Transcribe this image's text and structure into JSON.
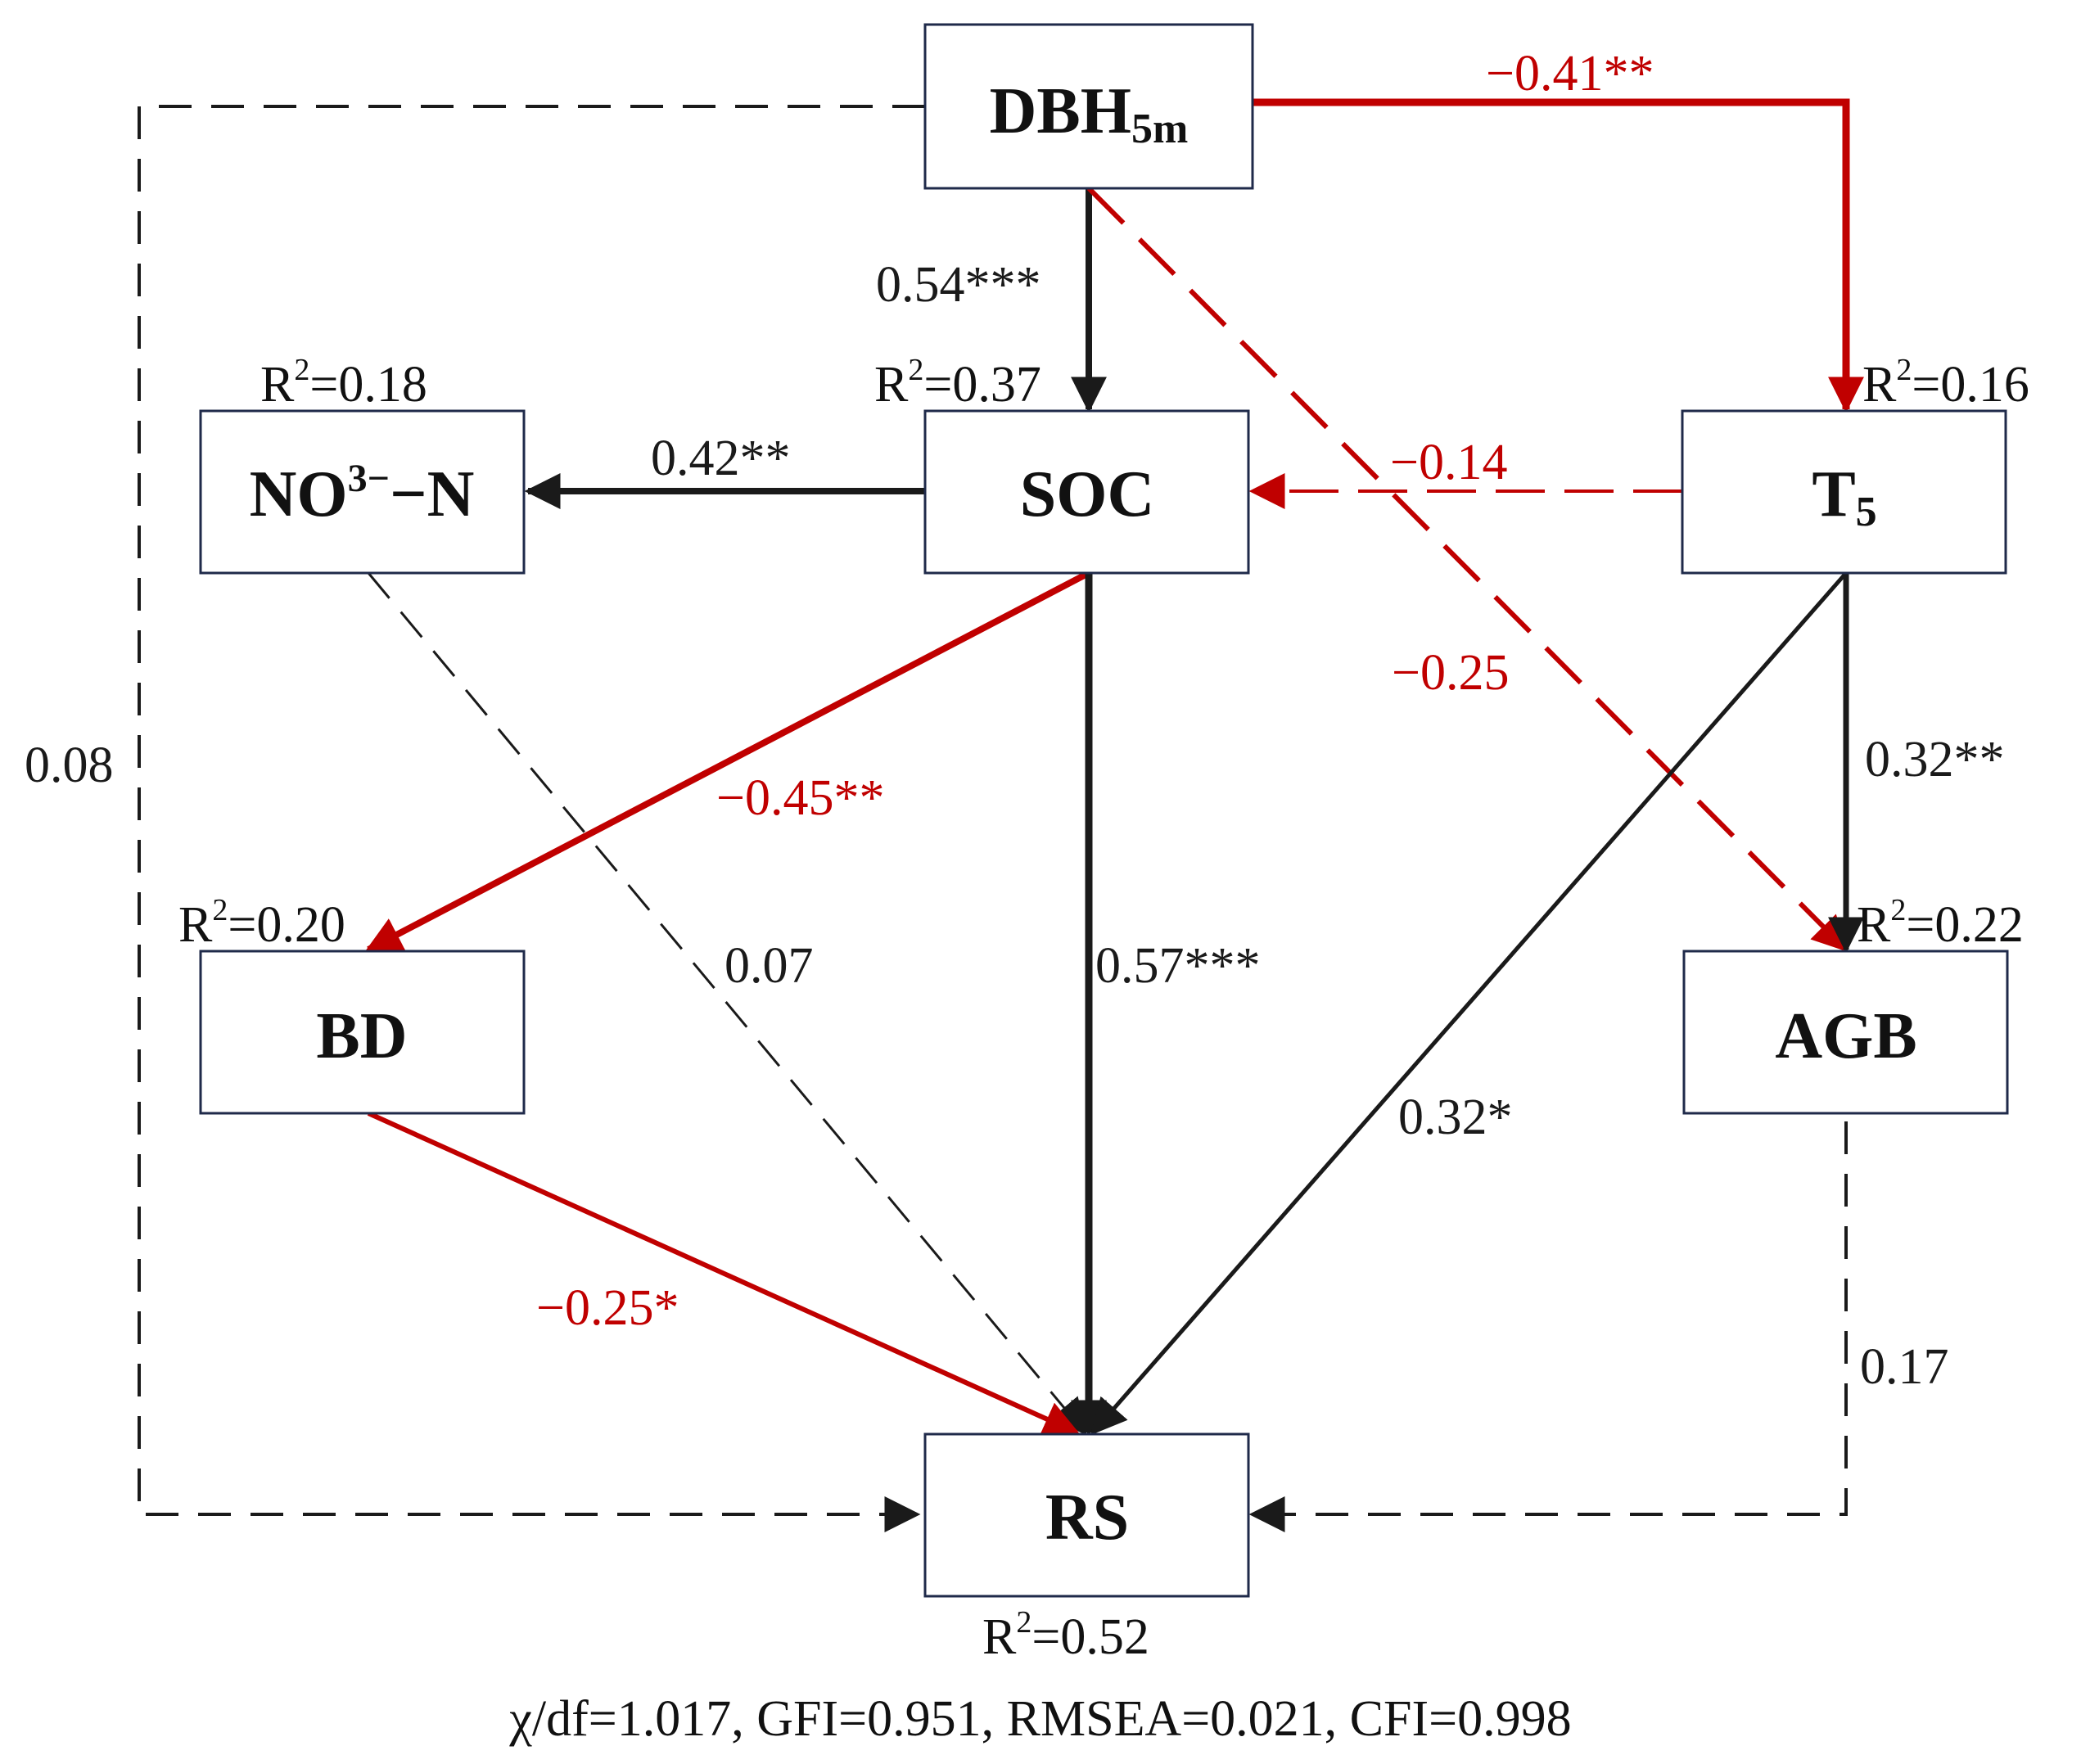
{
  "nodes": {
    "dbh": {
      "label": "DBH",
      "sub": "5m"
    },
    "soc": {
      "label": "SOC",
      "r2": "R",
      "r2_sup": "2",
      "r2_val": "=0.37"
    },
    "no3": {
      "label": "NO",
      "sup": "3−",
      "suffix": "−N",
      "r2": "R",
      "r2_sup": "2",
      "r2_val": "=0.18"
    },
    "t5": {
      "label": "T",
      "sub": "5",
      "r2": "R",
      "r2_sup": "2",
      "r2_val": "=0.16"
    },
    "bd": {
      "label": "BD",
      "r2": "R",
      "r2_sup": "2",
      "r2_val": "=0.20"
    },
    "agb": {
      "label": "AGB",
      "r2": "R",
      "r2_sup": "2",
      "r2_val": "=0.22"
    },
    "rs": {
      "label": "RS",
      "r2": "R",
      "r2_sup": "2",
      "r2_val": "=0.52"
    }
  },
  "paths": {
    "dbh_t5": "−0.41**",
    "dbh_soc": "0.54***",
    "dbh_agb": "−0.25",
    "dbh_rs": "0.08",
    "soc_no3": "0.42**",
    "t5_soc": "−0.14",
    "soc_bd": "−0.45**",
    "no3_rs": "0.07",
    "soc_rs": "0.57***",
    "t5_rs": "0.32*",
    "t5_agb": "0.32**",
    "bd_rs": "−0.25*",
    "agb_rs": "0.17"
  },
  "fit_stats": "χ/df=1.017, GFI=0.951, RMSEA=0.021, CFI=0.998",
  "colors": {
    "positive": "#1a1a1a",
    "negative": "#c00000",
    "box_border": "#1f2a4a"
  }
}
